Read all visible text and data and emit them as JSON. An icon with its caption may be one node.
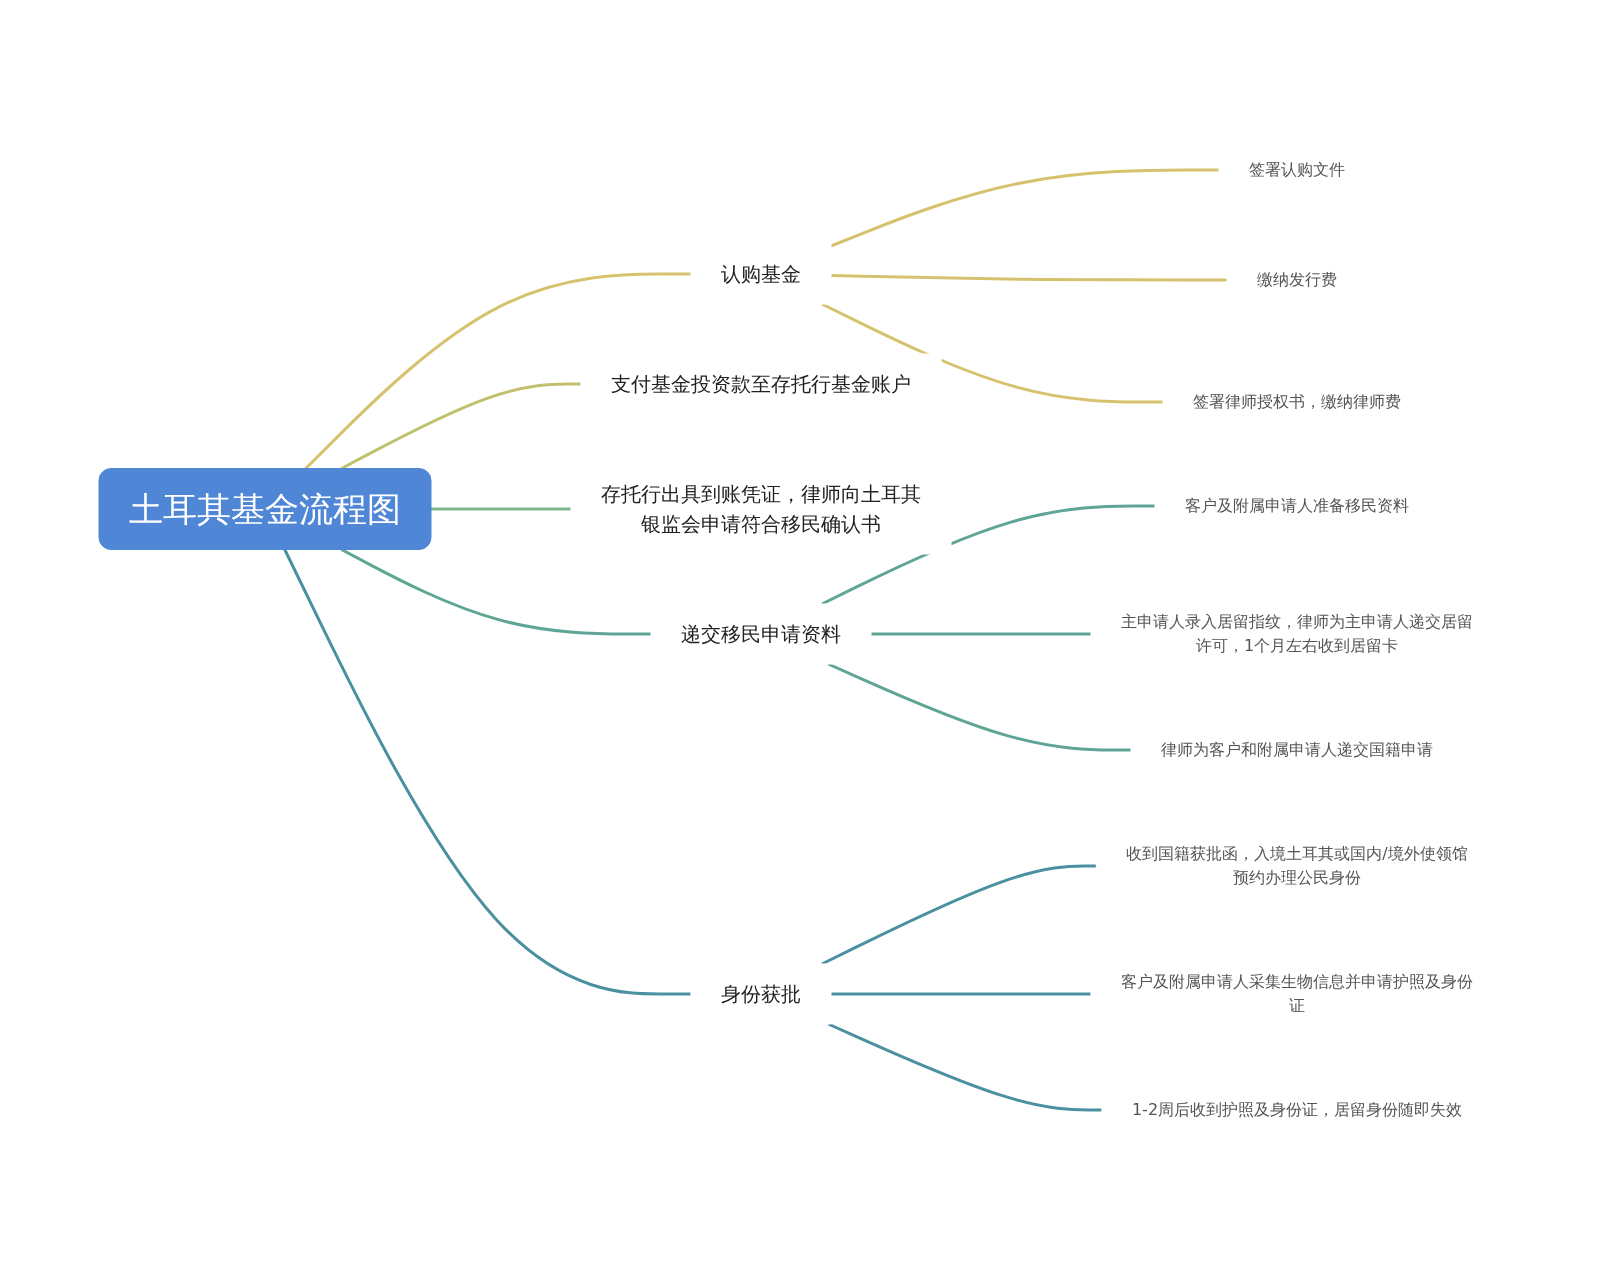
{
  "diagram": {
    "nodes": [
      {
        "text": [
          "土耳其基金流程图"
        ]
      },
      {
        "text": [
          "认购基金"
        ]
      },
      {
        "text": [
          "签署认购文件"
        ]
      },
      {
        "text": [
          "缴纳发行费"
        ]
      },
      {
        "text": [
          "签署律师授权书，缴纳律师费"
        ]
      },
      {
        "text": [
          "支付基金投资款至存托行基金账户"
        ]
      },
      {
        "text": [
          "存托行出具到账凭证，律师向土耳其银监会申请符合移民确认书"
        ]
      },
      {
        "text": [
          "递交移民申请资料"
        ]
      },
      {
        "text": [
          "客户及附属申请人准备移民资料"
        ]
      },
      {
        "text": [
          "主申请人录入居留指纹，律师为主申请人递交居留许可，1个月左右收到居留卡"
        ]
      },
      {
        "text": [
          "律师为客户和附属申请人递交国籍申请"
        ]
      },
      {
        "text": [
          "身份获批"
        ]
      },
      {
        "text": [
          "收到国籍获批函，入境土耳其或国内/境外使领馆预约办理公民身份"
        ]
      },
      {
        "text": [
          "客户及附属申请人采集生物信息并申请护照及身份证"
        ]
      },
      {
        "text": [
          "1-2周后收到护照及身份证，居留身份随即失效"
        ]
      }
    ],
    "edges": [
      {
        "from": 0,
        "to": 1,
        "arrow": "none",
        "color": "#d6c26e"
      },
      {
        "from": 1,
        "to": 2,
        "arrow": "none",
        "color": "#d6c26e"
      },
      {
        "from": 1,
        "to": 3,
        "arrow": "none",
        "color": "#d6c26e"
      },
      {
        "from": 1,
        "to": 4,
        "arrow": "none",
        "color": "#d6c26e"
      },
      {
        "from": 0,
        "to": 5,
        "arrow": "none",
        "color": "#c2c06c"
      },
      {
        "from": 0,
        "to": 6,
        "arrow": "none",
        "color": "#7db68a"
      },
      {
        "from": 0,
        "to": 7,
        "arrow": "none",
        "color": "#5fa596"
      },
      {
        "from": 7,
        "to": 8,
        "arrow": "none",
        "color": "#5fa596"
      },
      {
        "from": 7,
        "to": 9,
        "arrow": "none",
        "color": "#5fa596"
      },
      {
        "from": 7,
        "to": 10,
        "arrow": "none",
        "color": "#5fa596"
      },
      {
        "from": 0,
        "to": 11,
        "arrow": "none",
        "color": "#4b90a0"
      },
      {
        "from": 11,
        "to": 12,
        "arrow": "none",
        "color": "#4b90a0"
      },
      {
        "from": 11,
        "to": 13,
        "arrow": "none",
        "color": "#4b90a0"
      },
      {
        "from": 11,
        "to": 14,
        "arrow": "none",
        "color": "#4b90a0"
      }
    ]
  }
}
